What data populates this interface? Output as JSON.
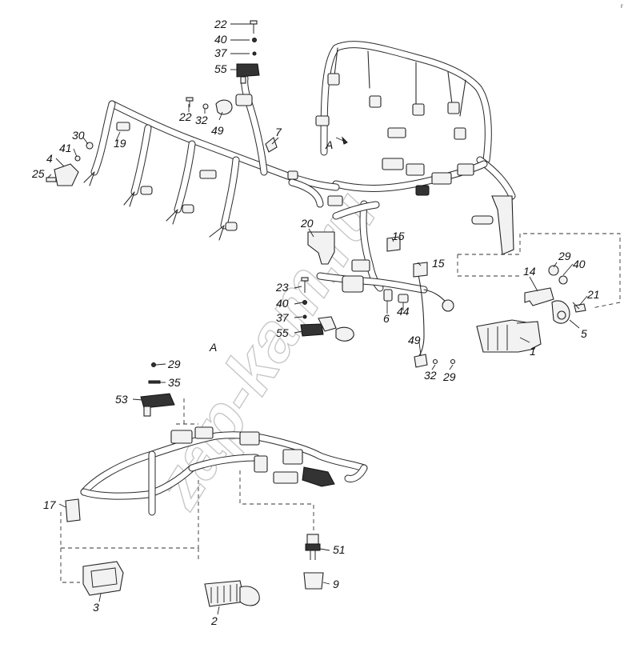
{
  "corner_mark": "r",
  "view_marks": {
    "arrow_a": "A",
    "view_a": "A"
  },
  "watermark": "zap-kam.ru",
  "callouts": {
    "c22a": "22",
    "c40a": "40",
    "c37a": "37",
    "c55a": "55",
    "c22b": "22",
    "c32a": "32",
    "c49a": "49",
    "c7": "7",
    "c30": "30",
    "c41": "41",
    "c4": "4",
    "c25": "25",
    "c19": "19",
    "c20": "20",
    "c15a": "15",
    "c15b": "15",
    "c23": "23",
    "c40b": "40",
    "c37b": "37",
    "c55b": "55",
    "c6": "6",
    "c44": "44",
    "c29a": "29",
    "c40c": "40",
    "c14": "14",
    "c21": "21",
    "c5": "5",
    "c1": "1",
    "c49b": "49",
    "c32b": "32",
    "c29b": "29",
    "c29c": "29",
    "c35": "35",
    "c53": "53",
    "c17": "17",
    "c3": "3",
    "c2": "2",
    "c51": "51",
    "c9": "9"
  }
}
